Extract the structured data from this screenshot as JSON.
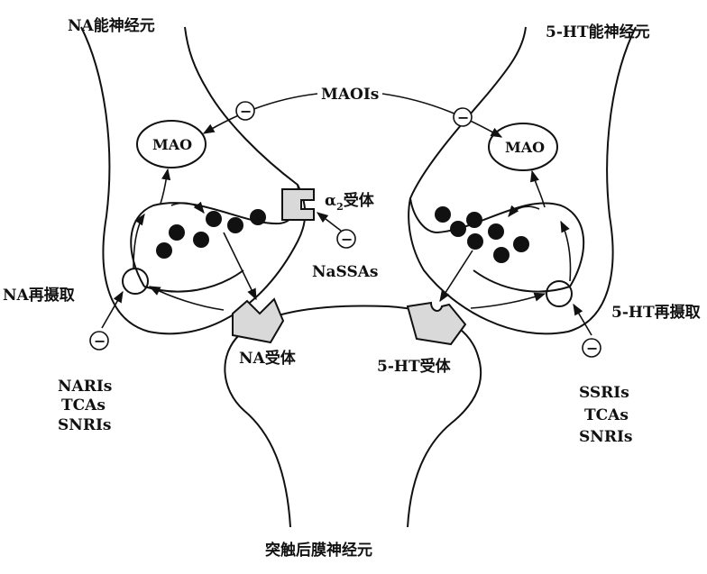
{
  "labels": {
    "na_neuron": "NA能神经元",
    "ht_neuron": "5-HT能神经元",
    "maois": "MAOIs",
    "mao": "MAO",
    "alpha2_symbol": "α",
    "alpha2_sub": "2",
    "alpha2_suffix": "受体",
    "nassas": "NaSSAs",
    "na_reuptake": "NA再摄取",
    "ht_reuptake": "5-HT再摄取",
    "na_receptor": "NA受体",
    "ht_receptor": "5-HT受体",
    "postsynaptic": "突触后膜神经元",
    "inhibit_sign": "−",
    "left_drugs": [
      "NARIs",
      "TCAs",
      "SNRIs"
    ],
    "right_drugs": [
      "SSRIs",
      "TCAs",
      "SNRIs"
    ]
  }
}
